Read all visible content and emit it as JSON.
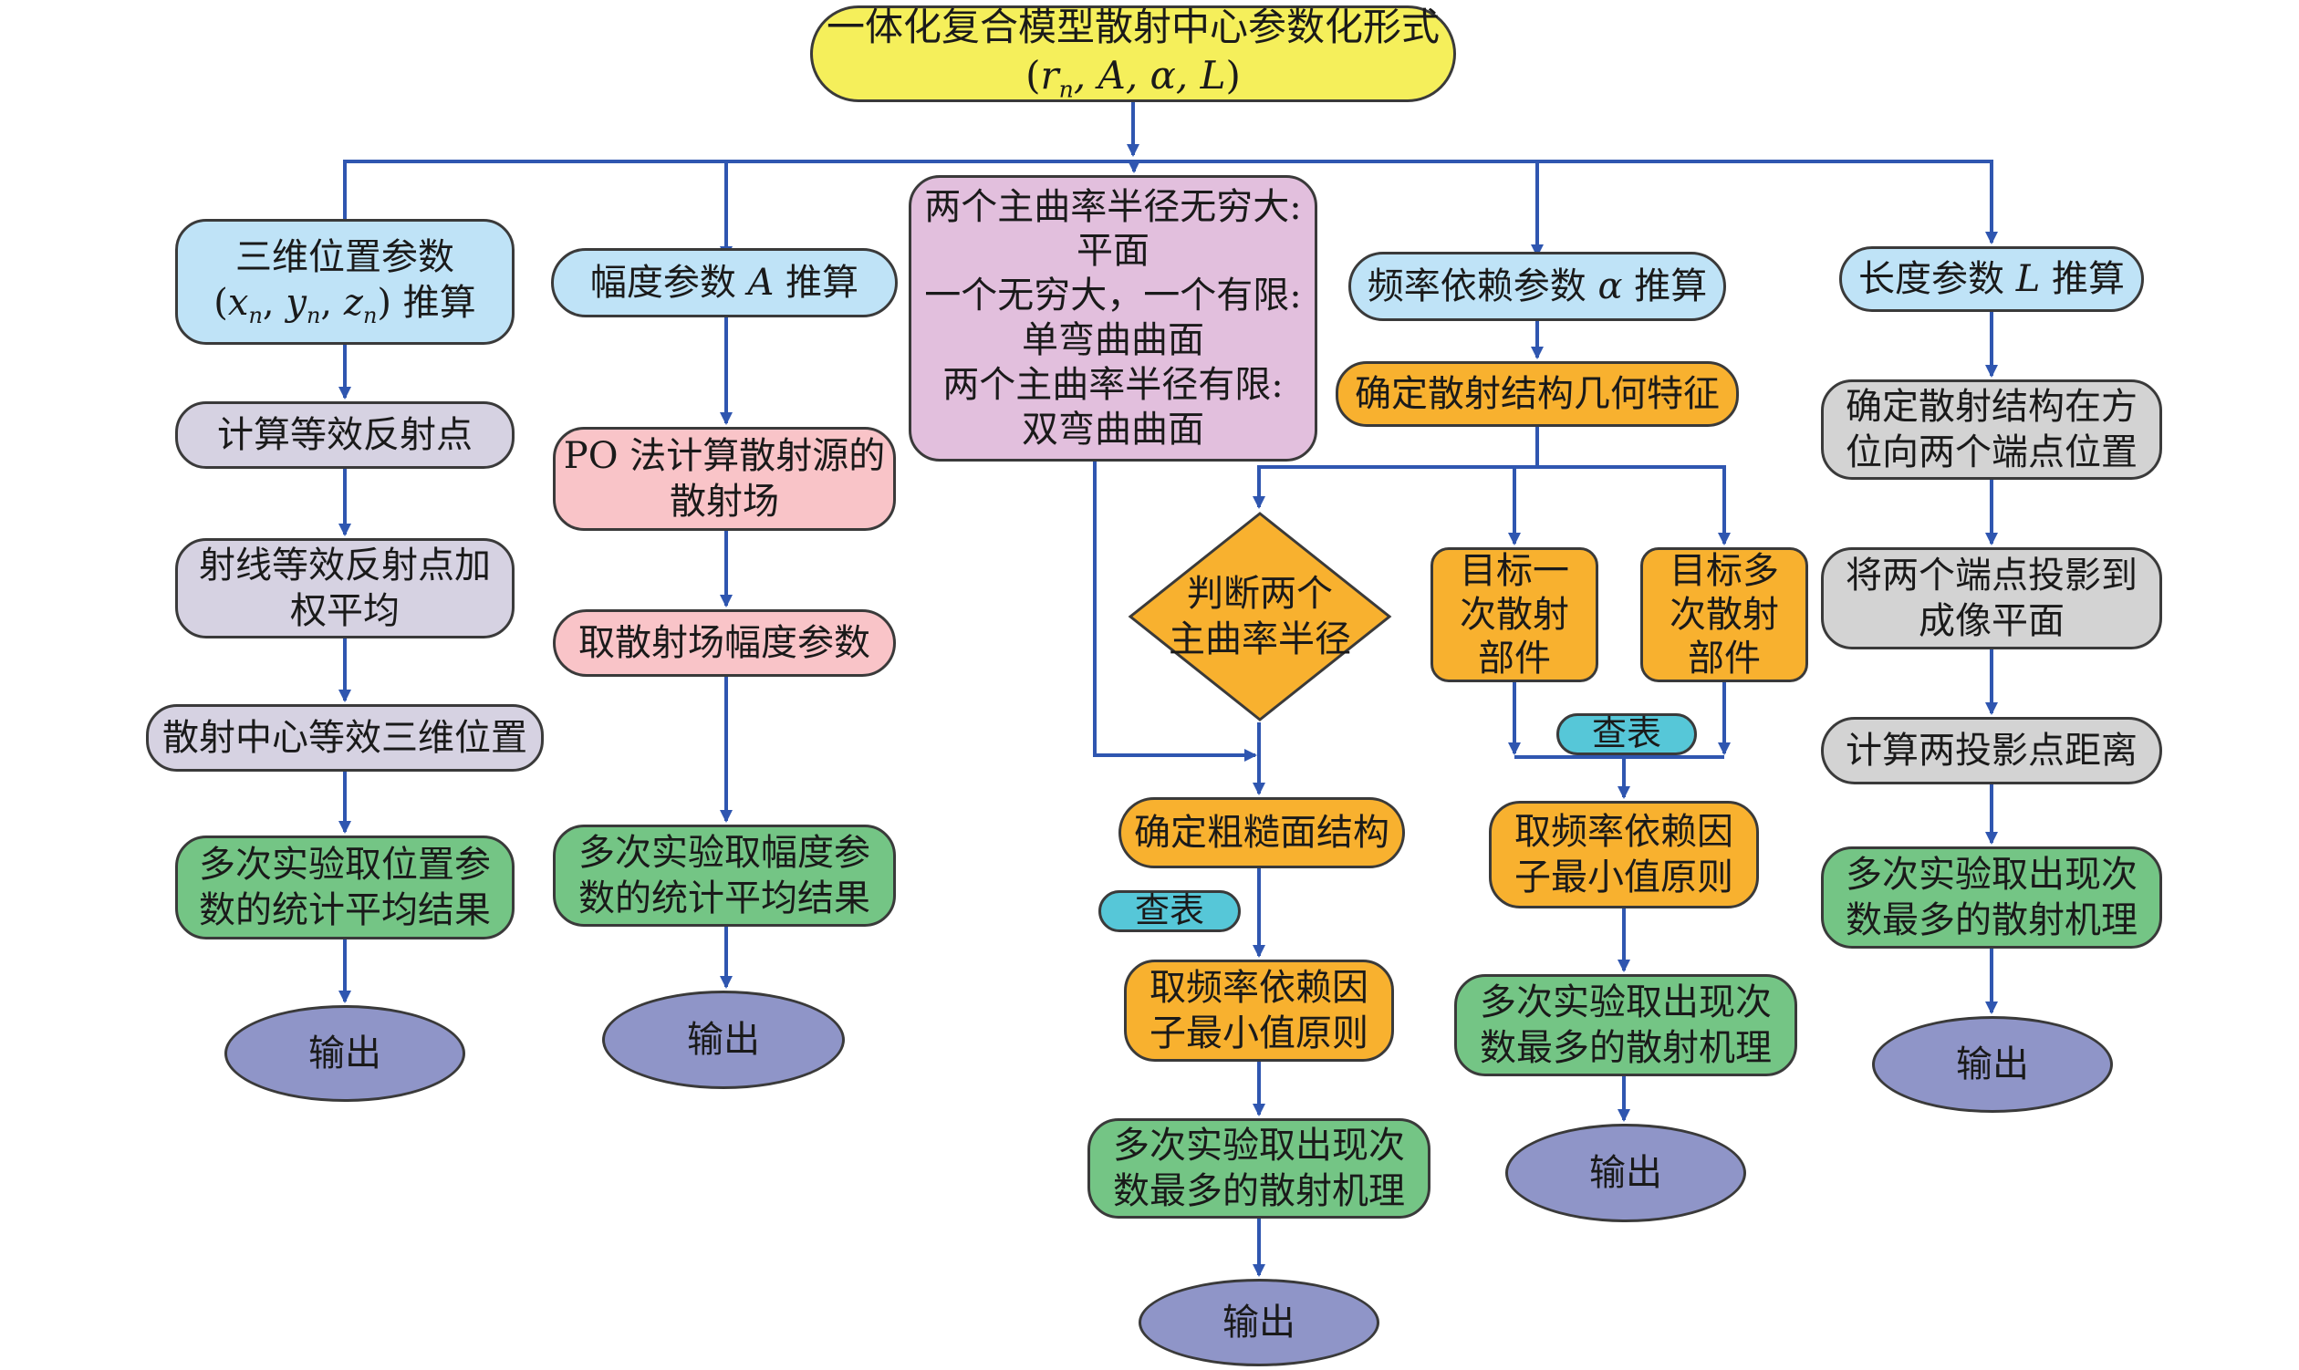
{
  "title": {
    "line1": "一体化复合模型散射中心参数化形式",
    "params": {
      "r": "r",
      "n": "n",
      "rest": ", A, α, L"
    }
  },
  "col1": {
    "header": {
      "line1": "三维位置参数",
      "line2_vars": "x, y, z",
      "x": "x",
      "y": "y",
      "z": "z",
      "n": "n",
      "tail": "推算"
    },
    "step1": "计算等效反射点",
    "step2": {
      "line1": "射线等效反射点加",
      "line2": "权平均"
    },
    "step3": "散射中心等效三维位置",
    "result": {
      "line1": "多次实验取位置参",
      "line2": "数的统计平均结果"
    },
    "output": "输出"
  },
  "col2": {
    "header": {
      "pre": "幅度参数",
      "var": "A",
      "post": "推算"
    },
    "step1": {
      "line1": "PO 法计算散射源的",
      "line2": "散射场"
    },
    "step2": "取散射场幅度参数",
    "result": {
      "line1": "多次实验取幅度参",
      "line2": "数的统计平均结果"
    },
    "output": "输出"
  },
  "col3": {
    "header": {
      "l1": "两个主曲率半径无穷大:",
      "l2": "平面",
      "l3": "一个无穷大，一个有限:",
      "l4": "单弯曲曲面",
      "l5": "两个主曲率半径有限:",
      "l6": "双弯曲曲面"
    },
    "decision": {
      "line1": "判断两个",
      "line2": "主曲率半径"
    },
    "step1": "确定粗糙面结构",
    "lookup": "查表",
    "step2": {
      "line1": "取频率依赖因",
      "line2": "子最小值原则"
    },
    "result": {
      "line1": "多次实验取出现次",
      "line2": "数最多的散射机理"
    },
    "output": "输出"
  },
  "col4": {
    "header": {
      "pre": "频率依赖参数",
      "var": "α",
      "post": "推算"
    },
    "step1": "确定散射结构几何特征",
    "single": {
      "line1": "目标一",
      "line2": "次散射",
      "line3": "部件"
    },
    "multi": {
      "line1": "目标多",
      "line2": "次散射",
      "line3": "部件"
    },
    "lookup": "查表",
    "step2": {
      "line1": "取频率依赖因",
      "line2": "子最小值原则"
    },
    "result": {
      "line1": "多次实验取出现次",
      "line2": "数最多的散射机理"
    },
    "output": "输出"
  },
  "col5": {
    "header": {
      "pre": "长度参数",
      "var": "L",
      "post": "推算"
    },
    "step1": {
      "line1": "确定散射结构在方",
      "line2": "位向两个端点位置"
    },
    "step2": {
      "line1": "将两个端点投影到",
      "line2": "成像平面"
    },
    "step3": "计算两投影点距离",
    "result": {
      "line1": "多次实验取出现次",
      "line2": "数最多的散射机理"
    },
    "output": "输出"
  },
  "colors": {
    "line": "#2f56b0",
    "yellow": "#f5ef5b",
    "blue": "#bfe3f7",
    "lavender": "#d6d2e2",
    "green": "#74c585",
    "pink": "#f9c4c8",
    "mauve": "#e2bfdd",
    "orange": "#f8b12f",
    "gray": "#d3d3d3",
    "teal": "#56c7d8",
    "purple": "#8f95c8"
  }
}
